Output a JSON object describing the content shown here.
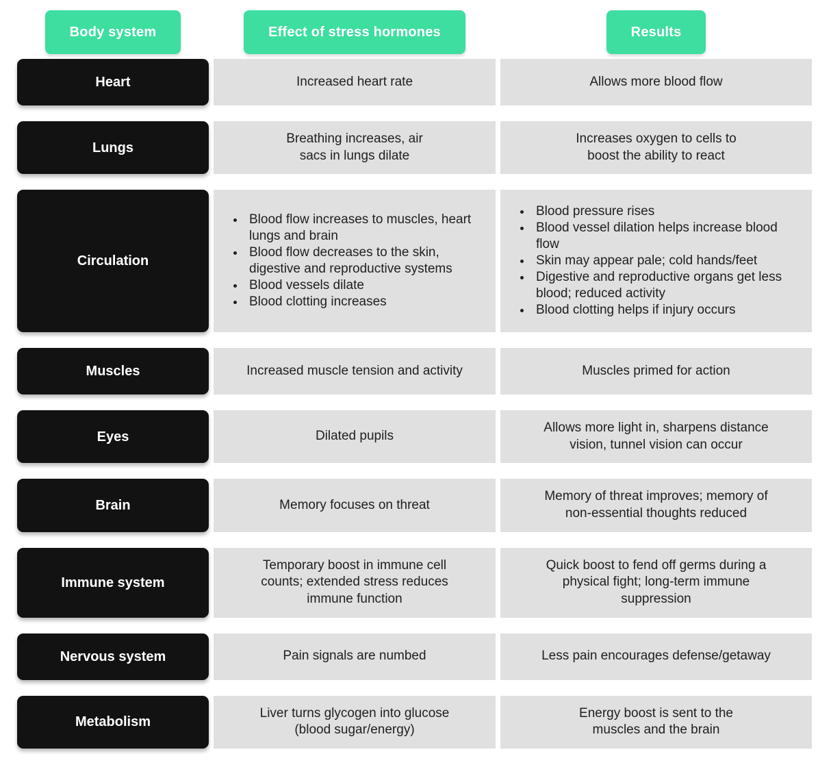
{
  "palette": {
    "header_bg": "#3EDEA1",
    "header_text": "#FFFFFF",
    "system_bg": "#121212",
    "system_text": "#FFFFFF",
    "cell_bg": "#E0E0E0",
    "cell_text": "#202020",
    "page_bg": "#FFFFFF"
  },
  "table": {
    "columns": [
      "Body system",
      "Effect of stress hormones",
      "Results"
    ],
    "rows": [
      {
        "system": "Heart",
        "effect": "Increased heart rate",
        "result": "Allows more blood flow"
      },
      {
        "system": "Lungs",
        "effect": "Breathing increases, air\nsacs in lungs dilate",
        "result": "Increases oxygen to cells to\nboost the ability to react"
      },
      {
        "system": "Circulation",
        "effect_bullets": [
          "Blood flow increases to muscles, heart lungs and brain",
          "Blood flow decreases to the skin, digestive and reproductive systems",
          "Blood vessels dilate",
          "Blood clotting increases"
        ],
        "result_bullets": [
          "Blood pressure rises",
          "Blood vessel dilation helps increase blood flow",
          "Skin may appear pale; cold hands/feet",
          "Digestive and reproductive organs get less blood; reduced activity",
          "Blood clotting helps if injury occurs"
        ]
      },
      {
        "system": "Muscles",
        "effect": "Increased muscle tension and activity",
        "result": "Muscles primed for action"
      },
      {
        "system": "Eyes",
        "effect": "Dilated pupils",
        "result": "Allows more light in, sharpens distance\nvision, tunnel vision can occur"
      },
      {
        "system": "Brain",
        "effect": "Memory focuses on threat",
        "result": "Memory of threat improves; memory of\nnon-essential thoughts reduced"
      },
      {
        "system": "Immune system",
        "effect": "Temporary boost in immune cell\ncounts; extended stress reduces\nimmune function",
        "result": "Quick boost to fend off germs during a\nphysical fight; long-term immune\nsuppression"
      },
      {
        "system": "Nervous system",
        "effect": "Pain signals are numbed",
        "result": "Less pain encourages defense/getaway"
      },
      {
        "system": "Metabolism",
        "effect": "Liver turns glycogen into glucose\n(blood sugar/energy)",
        "result": "Energy boost is sent to the\nmuscles and the brain"
      }
    ]
  }
}
